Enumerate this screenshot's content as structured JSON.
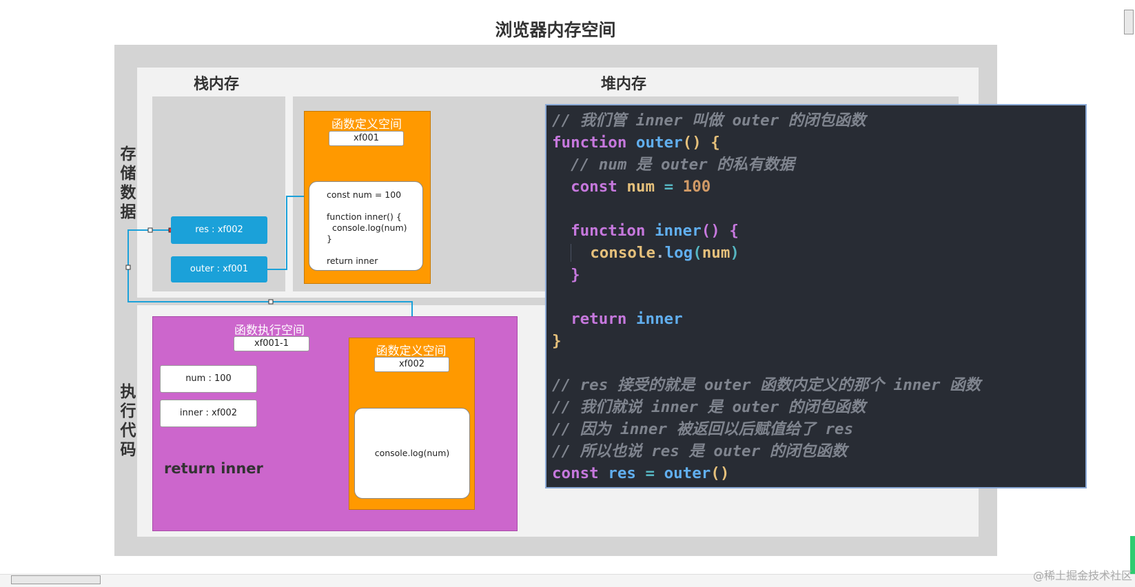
{
  "title": "浏览器内存空间",
  "stack_heading": "栈内存",
  "heap_heading": "堆内存",
  "store_label": "存储数据",
  "exec_label": "执行代码",
  "stack_items": [
    "res : xf002",
    "outer : xf001"
  ],
  "def_space_1": {
    "title": "函数定义空间",
    "addr": "xf001",
    "code": "const num = 100\n\nfunction inner() {\n  console.log(num)\n}\n\nreturn inner"
  },
  "exec_space": {
    "title": "函数执行空间",
    "addr": "xf001-1",
    "vars": [
      "num : 100",
      "inner : xf002"
    ],
    "return_text": "return inner"
  },
  "def_space_2": {
    "title": "函数定义空间",
    "addr": "xf002",
    "code": "console.log(num)"
  },
  "code_lines": [
    "// 我们管 inner 叫做 outer 的闭包函数",
    "function outer() {",
    "  // num 是 outer 的私有数据",
    "  const num = 100",
    "",
    "  function inner() {",
    "    console.log(num)",
    "  }",
    "",
    "  return inner",
    "}",
    "",
    "// res 接受的就是 outer 函数内定义的那个 inner 函数",
    "// 我们就说 inner 是 outer 的闭包函数",
    "// 因为 inner 被返回以后赋值给了 res",
    "// 所以也说 res 是 outer 的闭包函数",
    "const res = outer()"
  ],
  "watermark": "@稀土掘金技术社区",
  "colors": {
    "orange": "#ff9900",
    "blue": "#1ba1d9",
    "purple": "#cc66cc",
    "editor_bg": "#282c34"
  }
}
